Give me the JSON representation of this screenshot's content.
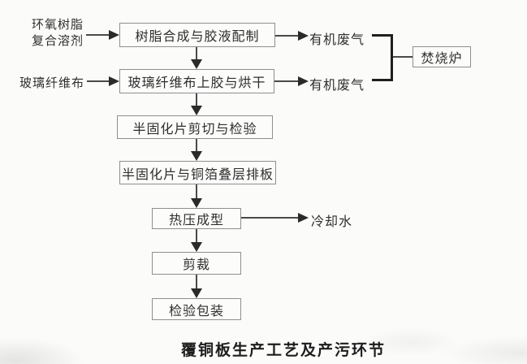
{
  "flow": {
    "caption": "覆铜板生产工艺及产污环节",
    "inputs": {
      "epoxy_line1": "环氧树脂",
      "epoxy_line2": "复合溶剂",
      "glass_cloth": "玻璃纤维布"
    },
    "steps": [
      {
        "label": "树脂合成与胶液配制"
      },
      {
        "label": "玻璃纤维布上胶与烘干"
      },
      {
        "label": "半固化片剪切与检验"
      },
      {
        "label": "半固化片与铜箔叠层排板"
      },
      {
        "label": "热压成型"
      },
      {
        "label": "剪裁"
      },
      {
        "label": "检验包装"
      }
    ],
    "emissions": {
      "organic_waste_gas_1": "有机废气",
      "organic_waste_gas_2": "有机废气",
      "cooling_water": "冷却水"
    },
    "treatment": {
      "label": "焚烧炉"
    },
    "colors": {
      "box_border": "#8f8f8f",
      "line": "#4a4a4a",
      "arrowhead": "#2a2a2a",
      "text": "#2e2e2e",
      "background": "#fbfbfa"
    }
  }
}
